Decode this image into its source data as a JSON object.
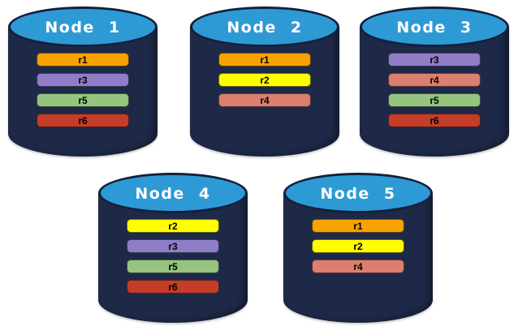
{
  "palette": {
    "r1": "#F8A200",
    "r2": "#FFFF00",
    "r3": "#8F7DC5",
    "r4": "#DC7F6E",
    "r5": "#94C47E",
    "r6": "#C43D26",
    "cylinder_body": "#1D2947",
    "cylinder_top": "#2E9AD5",
    "cylinder_outline": "#13203E",
    "title_text": "#FFFFFF",
    "bar_text": "#000000",
    "background": "#FFFFFF"
  },
  "nodes": [
    {
      "label": "Node 1",
      "bars": [
        "r1",
        "r3",
        "r5",
        "r6"
      ]
    },
    {
      "label": "Node 2",
      "bars": [
        "r1",
        "r2",
        "r4"
      ]
    },
    {
      "label": "Node 3",
      "bars": [
        "r3",
        "r4",
        "r5",
        "r6"
      ]
    },
    {
      "label": "Node 4",
      "bars": [
        "r2",
        "r3",
        "r5",
        "r6"
      ]
    },
    {
      "label": "Node 5",
      "bars": [
        "r1",
        "r2",
        "r4"
      ]
    }
  ]
}
